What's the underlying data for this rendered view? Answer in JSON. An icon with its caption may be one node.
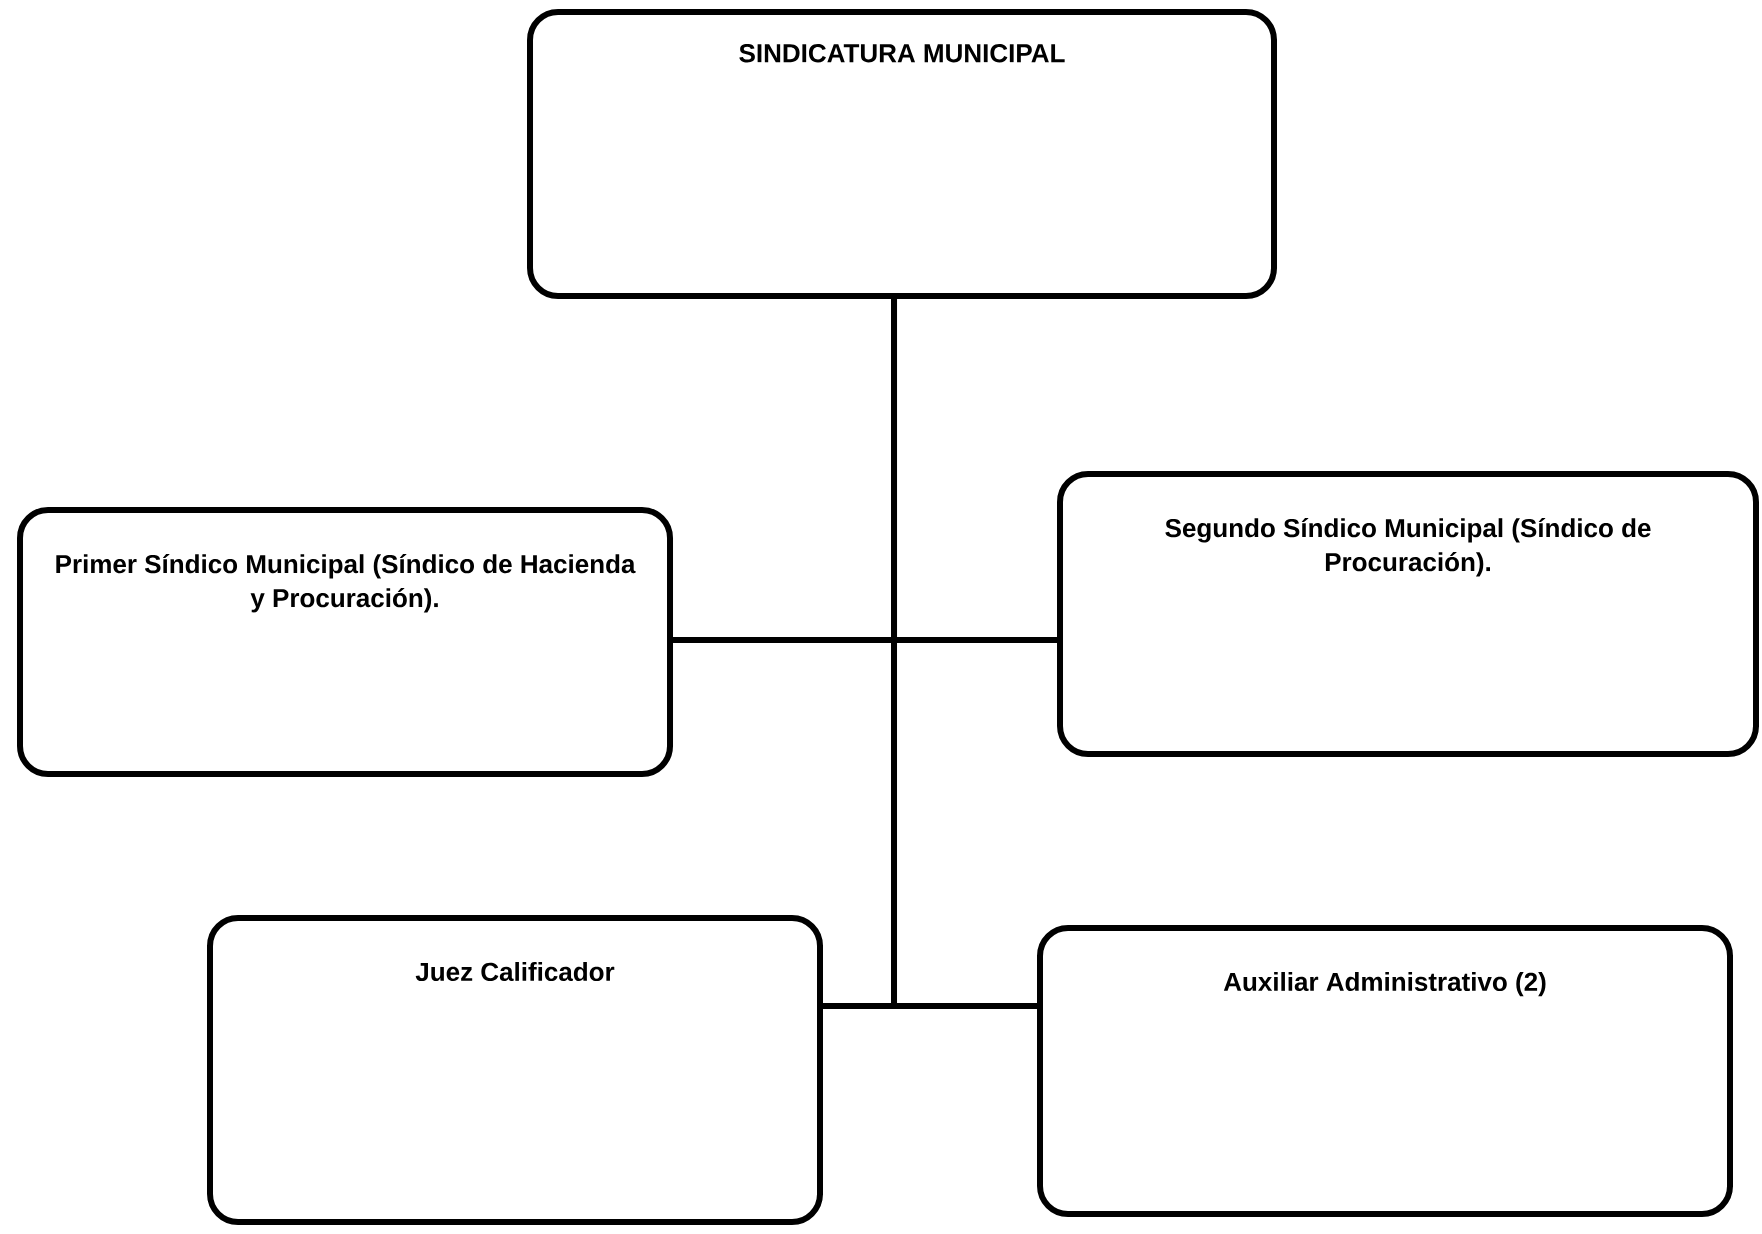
{
  "diagram": {
    "nodes": [
      {
        "text": [
          "SINDICATURA MUNICIPAL"
        ]
      },
      {
        "text": [
          "Primer Síndico Municipal (Síndico de Hacienda y Procuración)."
        ]
      },
      {
        "text": [
          "Segundo Síndico Municipal (Síndico de Procuración)."
        ]
      },
      {
        "text": [
          "Juez Calificador"
        ]
      },
      {
        "text": [
          "Auxiliar Administrativo (2)"
        ]
      }
    ],
    "edges": [
      {
        "from": 0,
        "to": 1,
        "arrow": "none"
      },
      {
        "from": 0,
        "to": 2,
        "arrow": "none"
      },
      {
        "from": 0,
        "to": 3,
        "arrow": "none"
      },
      {
        "from": 0,
        "to": 4,
        "arrow": "none"
      }
    ]
  }
}
